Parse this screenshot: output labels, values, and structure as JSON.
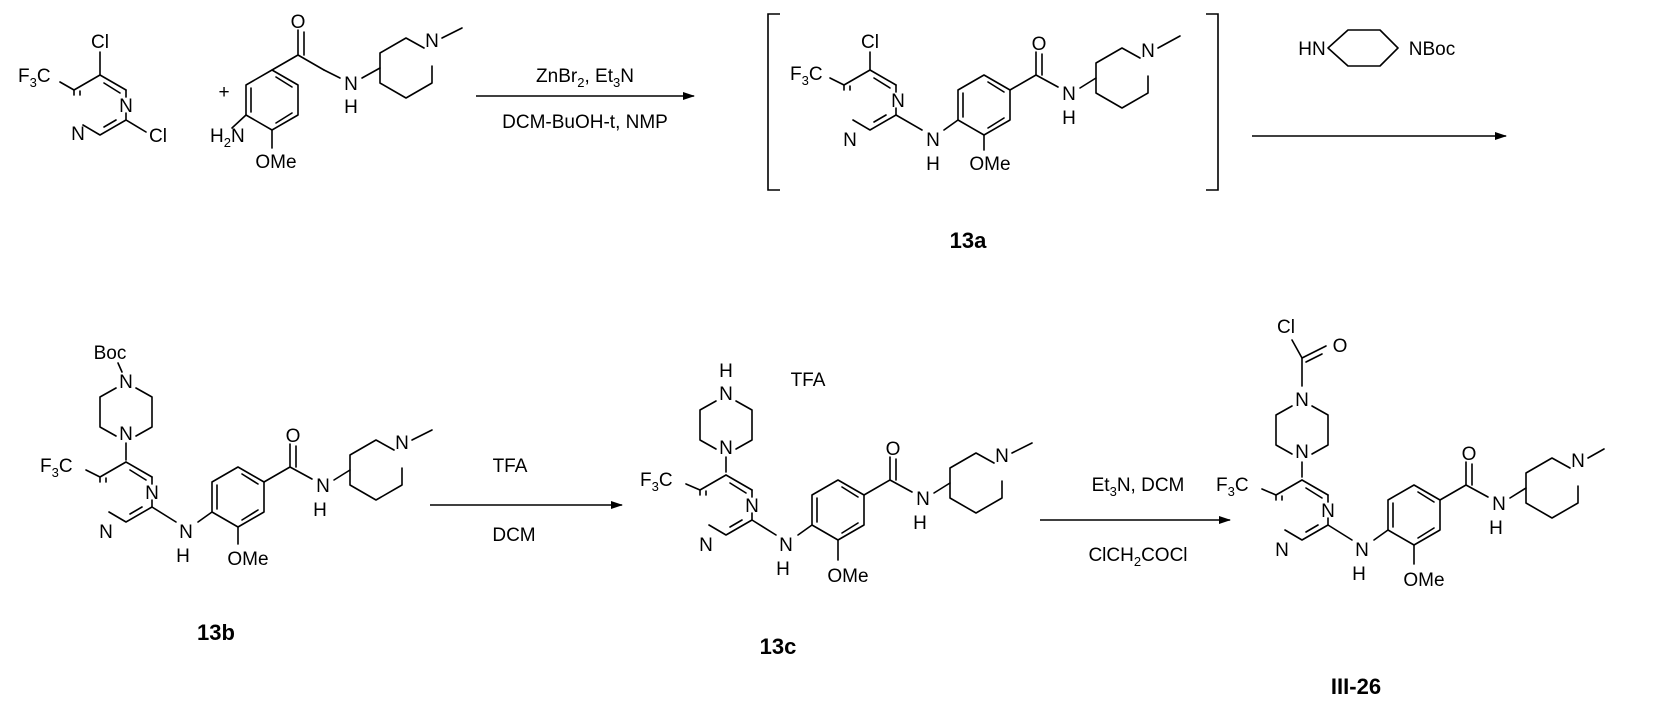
{
  "atoms": {
    "cl": "Cl",
    "n": "N",
    "h": "H",
    "o": "O",
    "hn": "HN",
    "nboc": "NBoc",
    "boc": "Boc",
    "ome": "OMe",
    "h2n": "H",
    "two": "2",
    "three": "3",
    "cf3_f": "F",
    "cf3_c": "C"
  },
  "plus": "+",
  "reagents": {
    "step1_top_a": "ZnBr",
    "step1_top_b": "2",
    "step1_top_c": ", Et",
    "step1_top_d": "3",
    "step1_top_e": "N",
    "step1_bottom": "DCM-BuOH-t, NMP",
    "step3_top": "TFA",
    "step3_bottom": "DCM",
    "step4_top_a": "Et",
    "step4_top_b": "3",
    "step4_top_c": "N, DCM",
    "step4_bottom_a": "ClCH",
    "step4_bottom_b": "2",
    "step4_bottom_c": "COCl"
  },
  "salt": "TFA",
  "compounds": {
    "c13a": "13a",
    "c13b": "13b",
    "c13c": "13c",
    "c3_26": "III-26"
  }
}
